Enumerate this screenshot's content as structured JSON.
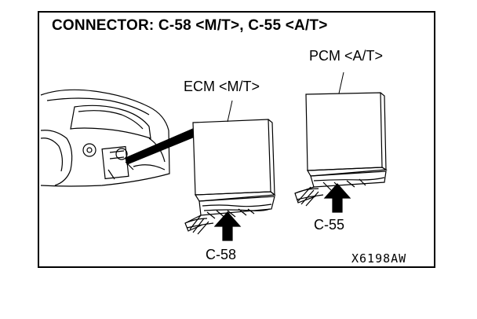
{
  "header": {
    "title": "CONNECTOR: C-58 <M/T>, C-55 <A/T>"
  },
  "modules": {
    "ecm": {
      "label": "ECM <M/T>",
      "connector": "C-58"
    },
    "pcm": {
      "label": "PCM <A/T>",
      "connector": "C-55"
    }
  },
  "figure_code": "X6198AW"
}
